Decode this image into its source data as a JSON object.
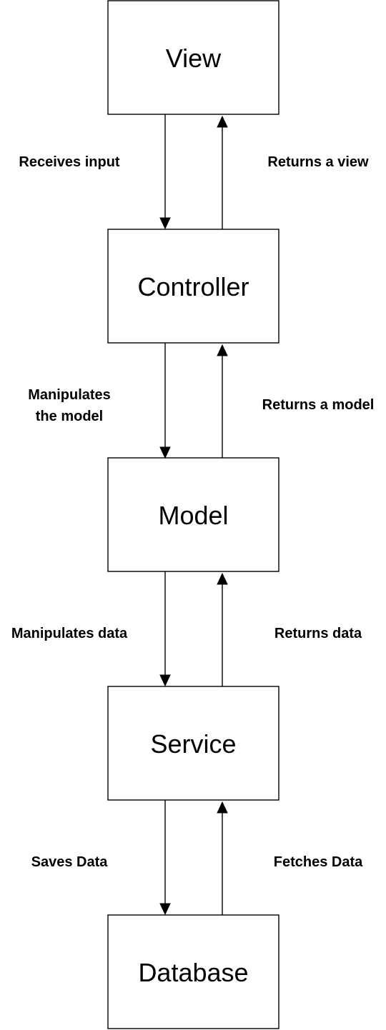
{
  "nodes": {
    "view": "View",
    "controller": "Controller",
    "model": "Model",
    "service": "Service",
    "database": "Database"
  },
  "edges": {
    "view_to_controller": "Receives input",
    "controller_to_view": "Returns a view",
    "controller_to_model_line1": "Manipulates",
    "controller_to_model_line2": "the model",
    "model_to_controller": "Returns a model",
    "model_to_service": "Manipulates data",
    "service_to_model": "Returns data",
    "service_to_database": "Saves Data",
    "database_to_service": "Fetches Data"
  },
  "colors": {
    "stroke": "#000000",
    "background": "#ffffff"
  }
}
